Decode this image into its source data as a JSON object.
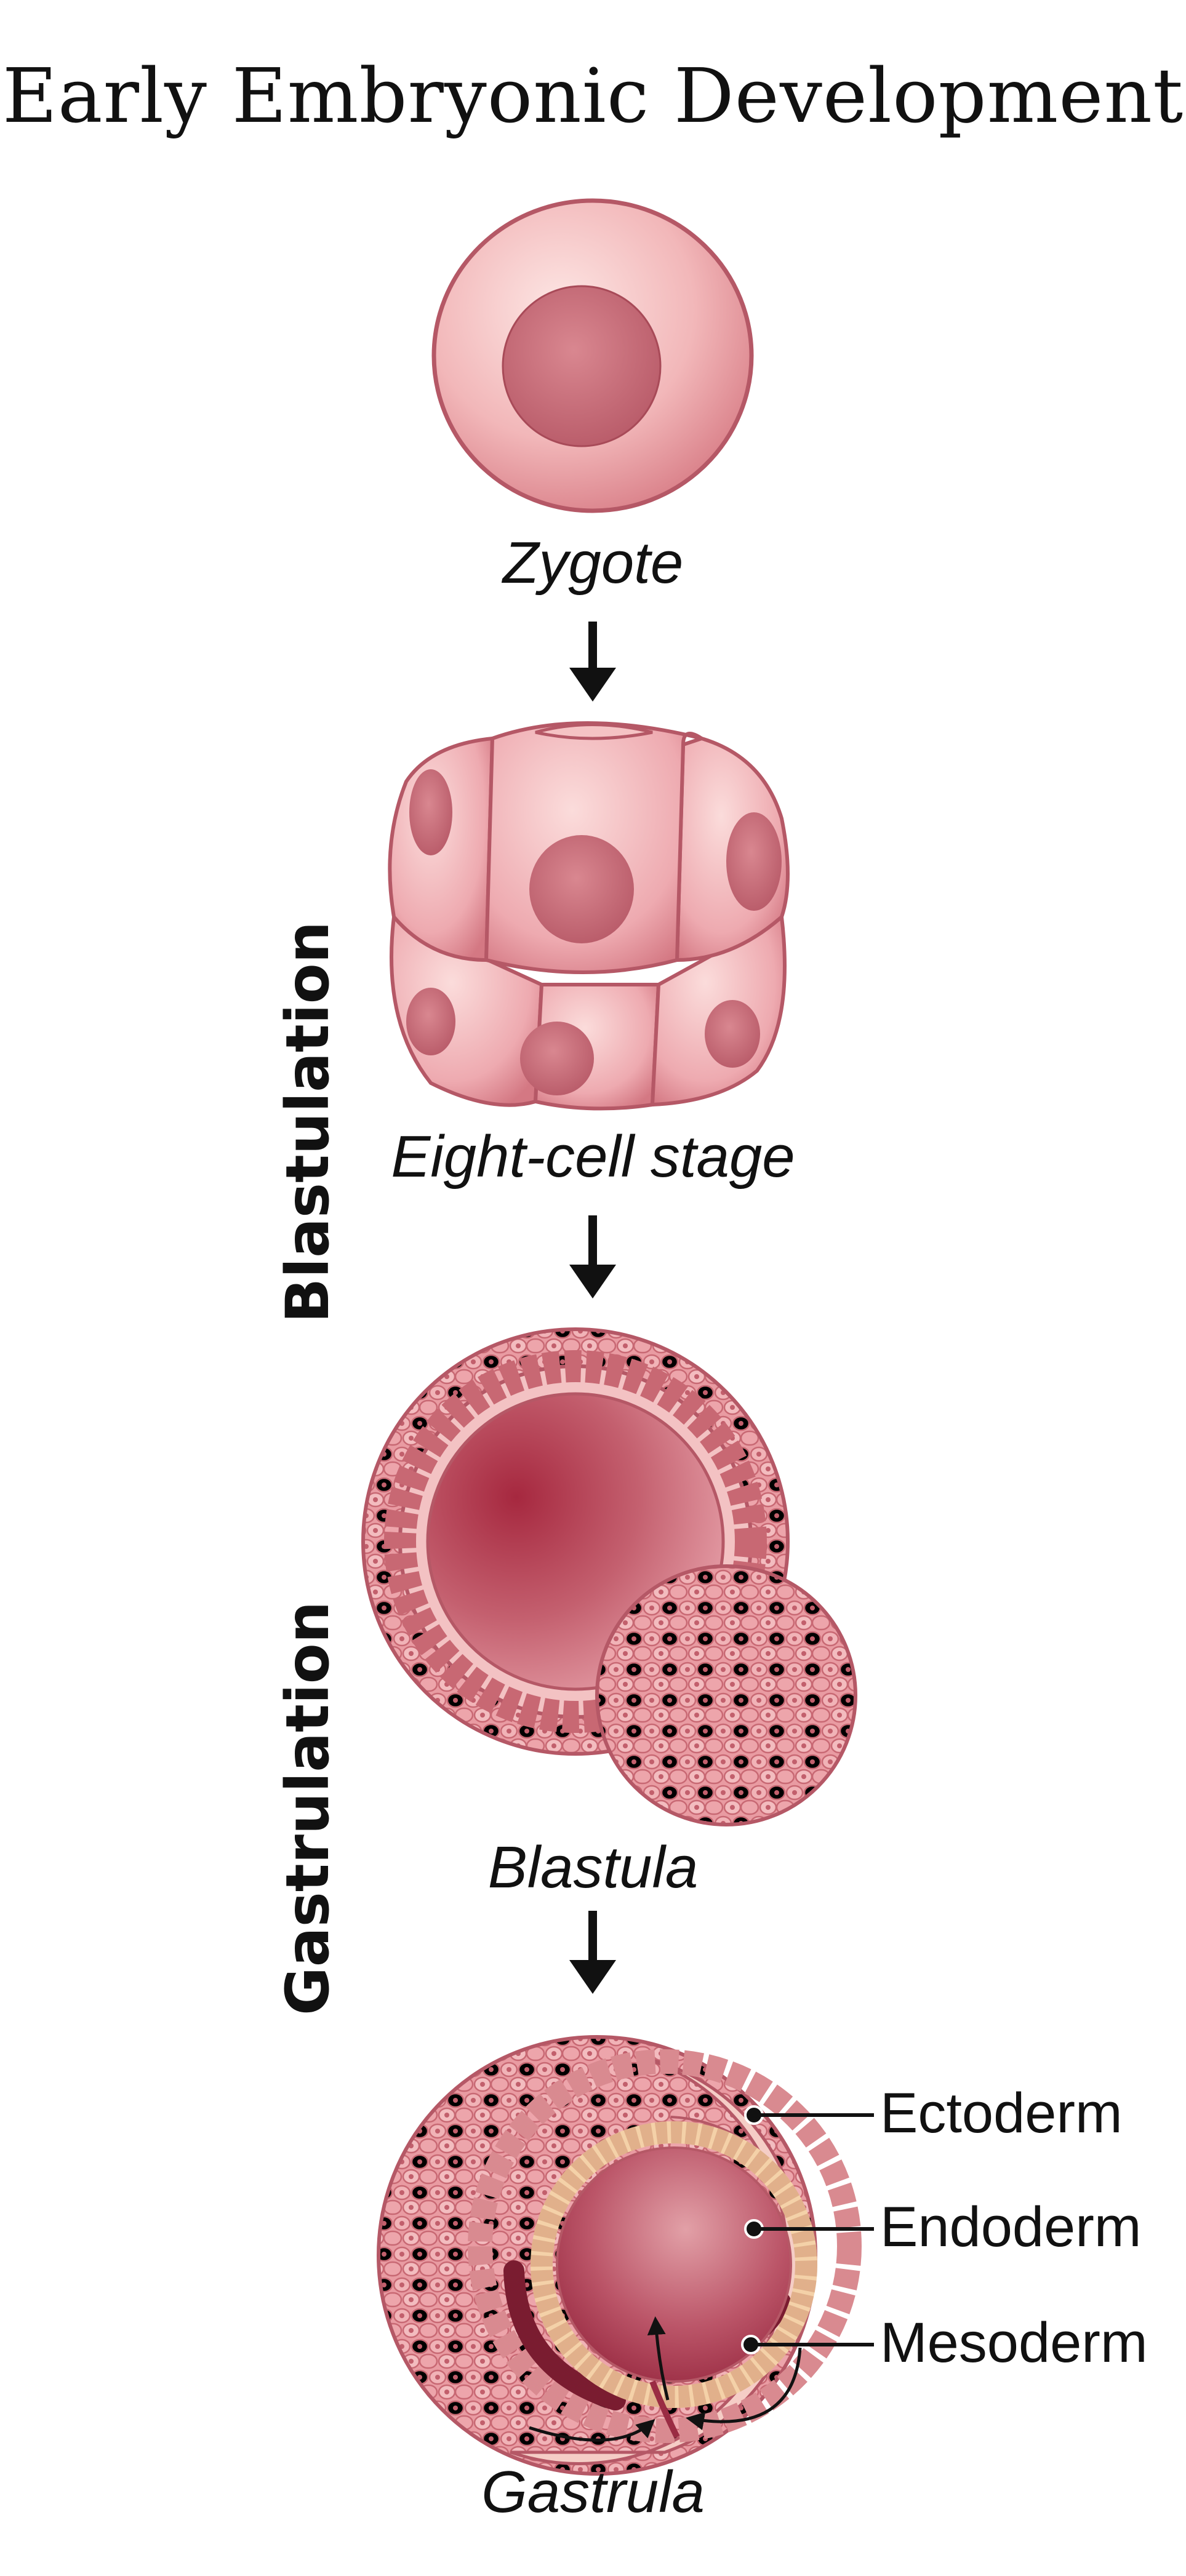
{
  "title": "Early Embryonic Development",
  "stages": {
    "zygote": "Zygote",
    "eight_cell": "Eight-cell stage",
    "blastula": "Blastula",
    "gastrula": "Gastrula"
  },
  "phases": {
    "blastulation": "Blastulation",
    "gastrulation": "Gastrulation"
  },
  "layers": {
    "ectoderm": "Ectoderm",
    "endoderm": "Endoderm",
    "mesoderm": "Mesoderm"
  },
  "colors": {
    "cell_light": "#f6c9c9",
    "cell_mid": "#e79b9f",
    "cell_dark": "#c6606b",
    "nucleus": "#c9707a",
    "cavity": "#b5485a",
    "endoderm_fill": "#f4d1a8",
    "mesoderm_fill": "#7a1c30",
    "outline": "#9b3a48"
  }
}
